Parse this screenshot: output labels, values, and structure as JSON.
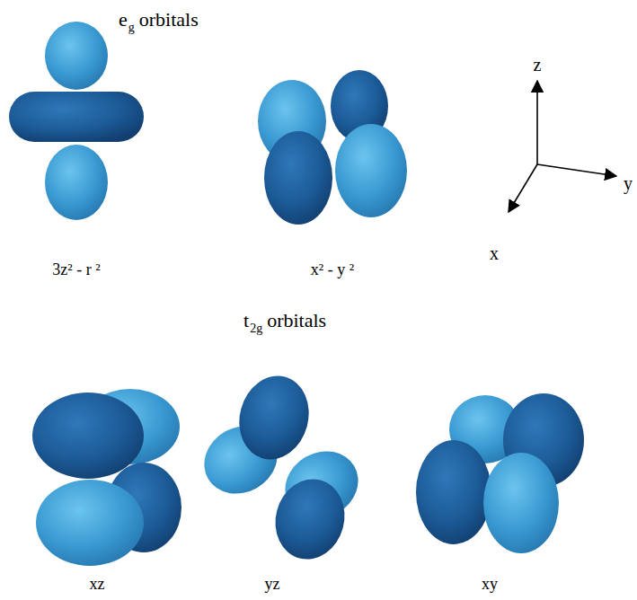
{
  "diagram": {
    "labels": [
      "e",
      "g",
      "orbitals",
      "z",
      "y",
      "x",
      "3z² - r ²",
      "x² - y ²",
      "t",
      "2g",
      "orbitals",
      "xz",
      "yz",
      "xy"
    ]
  }
}
